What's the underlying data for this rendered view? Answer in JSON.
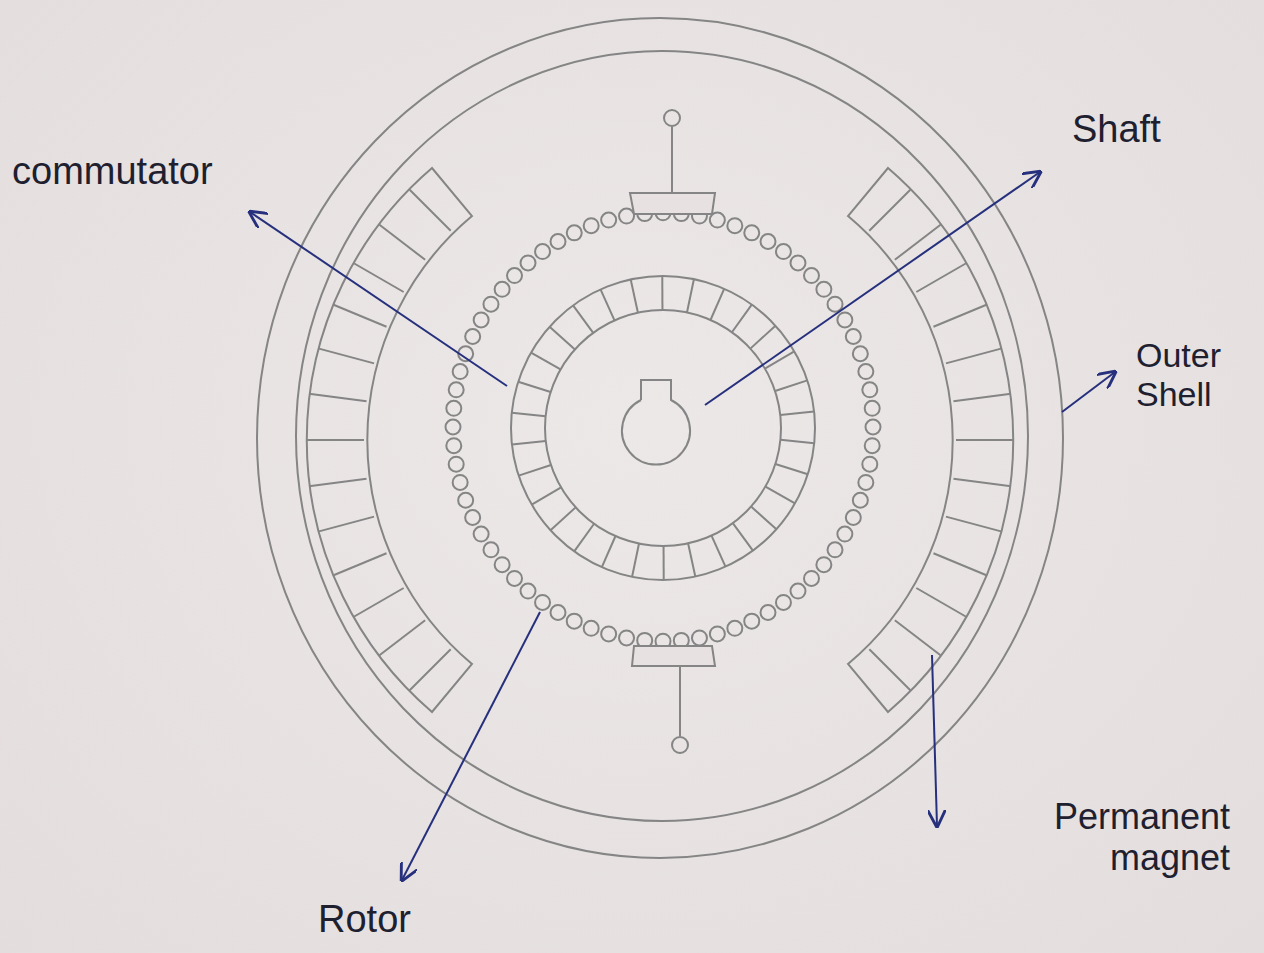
{
  "diagram": {
    "labels": [
      "commutator",
      "Shaft",
      "Outer Shell",
      "Permanent magnet",
      "Rotor"
    ]
  }
}
